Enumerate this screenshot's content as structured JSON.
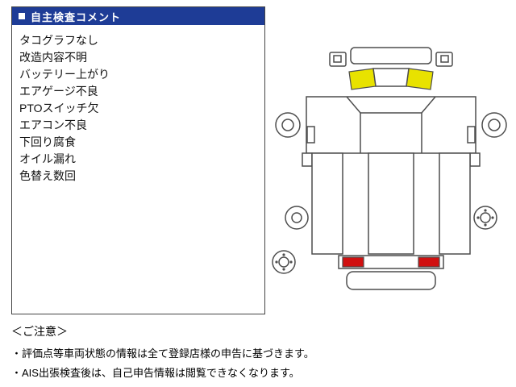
{
  "panel": {
    "header_label": "自主検査コメント",
    "comments": [
      "タコグラフなし",
      "改造内容不明",
      "バッテリー上がり",
      "エアゲージ不良",
      "PTOスイッチ欠",
      "エアコン不良",
      "下回り腐食",
      "オイル漏れ",
      "色替え数回"
    ]
  },
  "diagram": {
    "label": "truck-top-view",
    "front_highlight_color": "#e8e200",
    "rear_light_color": "#d01010"
  },
  "notice": {
    "title": "＜ご注意＞",
    "lines": [
      "・評価点等車両状態の情報は全て登録店様の申告に基づきます。",
      "・AIS出張検査後は、自己申告情報は閲覧できなくなります。"
    ]
  }
}
